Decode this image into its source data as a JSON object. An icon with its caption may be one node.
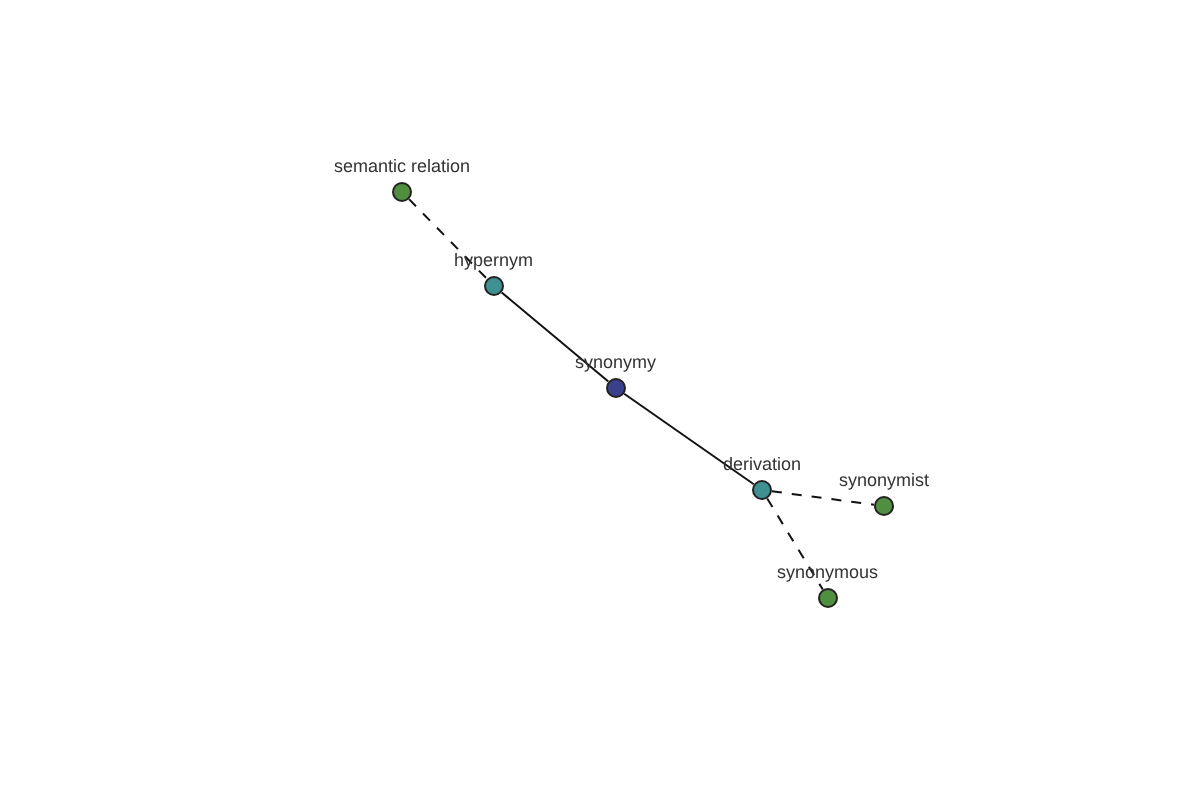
{
  "diagram": {
    "nodes": [
      {
        "text": [
          "semantic relation"
        ]
      },
      {
        "text": [
          "hypernym"
        ]
      },
      {
        "text": [
          "synonymy"
        ]
      },
      {
        "text": [
          "derivation"
        ]
      },
      {
        "text": [
          "synonymist"
        ]
      },
      {
        "text": [
          "synonymous"
        ]
      }
    ],
    "edges": [
      {
        "from": 0,
        "to": 1,
        "arrow": "none",
        "style": "dashed"
      },
      {
        "from": 1,
        "to": 2,
        "arrow": "none"
      },
      {
        "from": 2,
        "to": 3,
        "arrow": "none"
      },
      {
        "from": 3,
        "to": 4,
        "arrow": "none",
        "style": "dashed"
      },
      {
        "from": 3,
        "to": 5,
        "arrow": "none",
        "style": "dashed"
      }
    ]
  }
}
